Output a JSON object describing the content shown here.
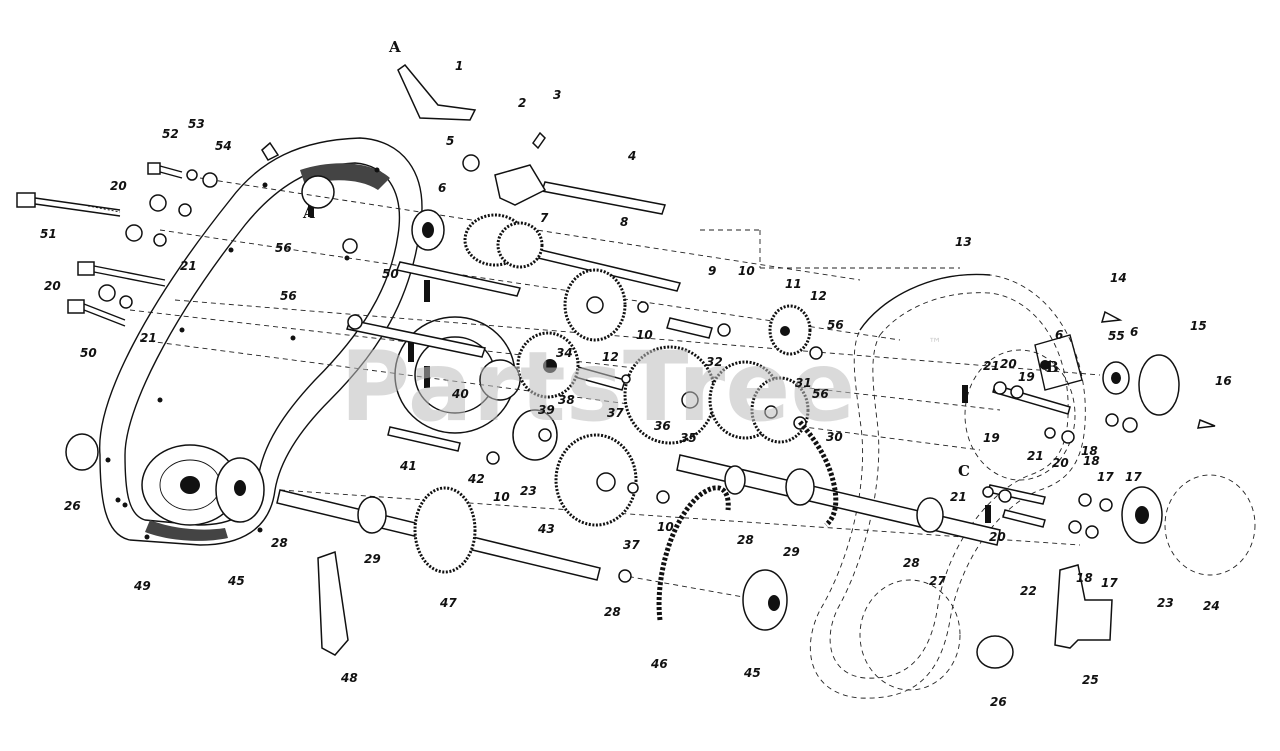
{
  "watermark": {
    "text": "PartsTree",
    "trademark": "™"
  },
  "section_markers": [
    {
      "id": "marker-a-top",
      "text": "A"
    },
    {
      "id": "marker-a-left",
      "text": "A"
    },
    {
      "id": "marker-b",
      "text": "B"
    },
    {
      "id": "marker-c",
      "text": "C"
    }
  ],
  "callouts": [
    {
      "n": "1"
    },
    {
      "n": "2"
    },
    {
      "n": "3"
    },
    {
      "n": "4"
    },
    {
      "n": "5"
    },
    {
      "n": "6"
    },
    {
      "n": "7"
    },
    {
      "n": "8"
    },
    {
      "n": "9"
    },
    {
      "n": "10"
    },
    {
      "n": "11"
    },
    {
      "n": "12"
    },
    {
      "n": "13"
    },
    {
      "n": "14"
    },
    {
      "n": "55"
    },
    {
      "n": "6"
    },
    {
      "n": "15"
    },
    {
      "n": "16"
    },
    {
      "n": "52"
    },
    {
      "n": "53"
    },
    {
      "n": "54"
    },
    {
      "n": "20"
    },
    {
      "n": "21"
    },
    {
      "n": "51"
    },
    {
      "n": "56"
    },
    {
      "n": "50"
    },
    {
      "n": "20"
    },
    {
      "n": "21"
    },
    {
      "n": "56"
    },
    {
      "n": "50"
    },
    {
      "n": "34"
    },
    {
      "n": "12"
    },
    {
      "n": "10"
    },
    {
      "n": "56"
    },
    {
      "n": "21"
    },
    {
      "n": "20"
    },
    {
      "n": "19"
    },
    {
      "n": "6"
    },
    {
      "n": "40"
    },
    {
      "n": "39"
    },
    {
      "n": "38"
    },
    {
      "n": "37"
    },
    {
      "n": "32"
    },
    {
      "n": "31"
    },
    {
      "n": "56"
    },
    {
      "n": "35"
    },
    {
      "n": "36"
    },
    {
      "n": "30"
    },
    {
      "n": "21"
    },
    {
      "n": "20"
    },
    {
      "n": "18"
    },
    {
      "n": "17"
    },
    {
      "n": "26"
    },
    {
      "n": "41"
    },
    {
      "n": "42"
    },
    {
      "n": "23"
    },
    {
      "n": "10"
    },
    {
      "n": "19"
    },
    {
      "n": "17"
    },
    {
      "n": "18"
    },
    {
      "n": "49"
    },
    {
      "n": "45"
    },
    {
      "n": "28"
    },
    {
      "n": "29"
    },
    {
      "n": "43"
    },
    {
      "n": "37"
    },
    {
      "n": "10"
    },
    {
      "n": "28"
    },
    {
      "n": "29"
    },
    {
      "n": "21"
    },
    {
      "n": "20"
    },
    {
      "n": "28"
    },
    {
      "n": "27"
    },
    {
      "n": "22"
    },
    {
      "n": "18"
    },
    {
      "n": "17"
    },
    {
      "n": "23"
    },
    {
      "n": "24"
    },
    {
      "n": "47"
    },
    {
      "n": "28"
    },
    {
      "n": "46"
    },
    {
      "n": "45"
    },
    {
      "n": "48"
    },
    {
      "n": "26"
    },
    {
      "n": "25"
    }
  ]
}
